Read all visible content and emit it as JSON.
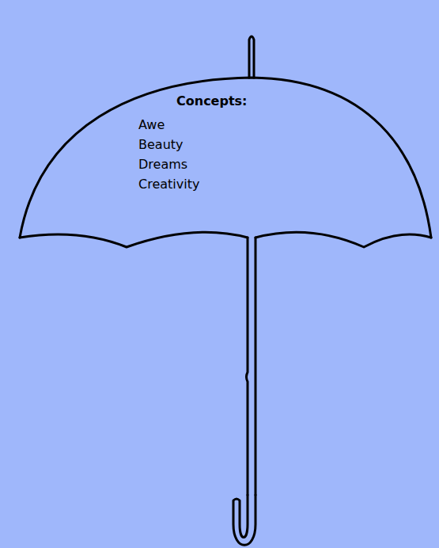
{
  "diagram": {
    "nodes": [
      {
        "text": [
          "Concepts:",
          "Awe",
          "Beauty",
          "Dreams",
          "Creativity"
        ]
      }
    ]
  }
}
